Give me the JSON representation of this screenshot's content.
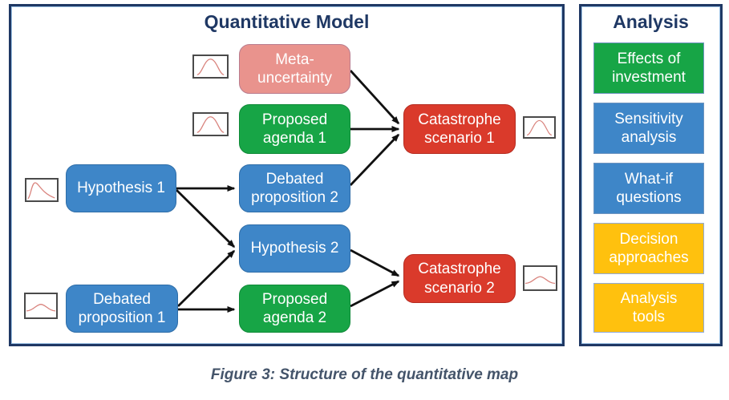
{
  "palette": {
    "panel_border_navy": "#1F3864",
    "panel_inner_line": "#9DC3E6",
    "blue_node": "#3E86C8",
    "green_node": "#17A546",
    "red_node": "#DA3A2B",
    "salmon_node": "#E9938D",
    "yellow_node": "#FFC10E",
    "arrow_black": "#111111",
    "distribution_curve_red": "#D9837D",
    "caption_text": "#44546A"
  },
  "quantitative_model": {
    "title": "Quantitative Model",
    "nodes": [
      {
        "id": "meta-uncertainty",
        "label": "Meta-\nuncertainty",
        "color": "salmon"
      },
      {
        "id": "proposed-agenda-1",
        "label": "Proposed\nagenda 1",
        "color": "green"
      },
      {
        "id": "catastrophe-scenario-1",
        "label": "Catastrophe\nscenario 1",
        "color": "red"
      },
      {
        "id": "hypothesis-1",
        "label": "Hypothesis 1",
        "color": "blue"
      },
      {
        "id": "debated-proposition-2",
        "label": "Debated\nproposition 2",
        "color": "blue"
      },
      {
        "id": "hypothesis-2",
        "label": "Hypothesis 2",
        "color": "blue"
      },
      {
        "id": "debated-proposition-1",
        "label": "Debated\nproposition 1",
        "color": "blue"
      },
      {
        "id": "proposed-agenda-2",
        "label": "Proposed\nagenda 2",
        "color": "green"
      },
      {
        "id": "catastrophe-scenario-2",
        "label": "Catastrophe\nscenario 2",
        "color": "red"
      }
    ],
    "edges": [
      {
        "from": "meta-uncertainty",
        "to": "catastrophe-scenario-1"
      },
      {
        "from": "proposed-agenda-1",
        "to": "catastrophe-scenario-1"
      },
      {
        "from": "debated-proposition-2",
        "to": "catastrophe-scenario-1"
      },
      {
        "from": "hypothesis-1",
        "to": "debated-proposition-2"
      },
      {
        "from": "hypothesis-1",
        "to": "hypothesis-2"
      },
      {
        "from": "debated-proposition-1",
        "to": "hypothesis-2"
      },
      {
        "from": "debated-proposition-1",
        "to": "proposed-agenda-2"
      },
      {
        "from": "hypothesis-2",
        "to": "catastrophe-scenario-2"
      },
      {
        "from": "proposed-agenda-2",
        "to": "catastrophe-scenario-2"
      }
    ],
    "distribution_icons": [
      {
        "id": "dist-meta-uncertainty",
        "shape": "bell-curve",
        "attached_to": "meta-uncertainty"
      },
      {
        "id": "dist-proposed-agenda-1",
        "shape": "bell-curve",
        "attached_to": "proposed-agenda-1"
      },
      {
        "id": "dist-hypothesis-1",
        "shape": "left-skewed-curve",
        "attached_to": "hypothesis-1"
      },
      {
        "id": "dist-debated-proposition-1",
        "shape": "wide-flat-curve",
        "attached_to": "debated-proposition-1"
      },
      {
        "id": "dist-catastrophe-scenario-1",
        "shape": "bell-curve",
        "attached_to": "catastrophe-scenario-1"
      },
      {
        "id": "dist-catastrophe-scenario-2",
        "shape": "wide-flat-curve",
        "attached_to": "catastrophe-scenario-2"
      }
    ]
  },
  "analysis_panel": {
    "title": "Analysis",
    "items": [
      {
        "id": "effects-of-investment",
        "label": "Effects of\ninvestment",
        "color": "green"
      },
      {
        "id": "sensitivity-analysis",
        "label": "Sensitivity\nanalysis",
        "color": "blue"
      },
      {
        "id": "what-if-questions",
        "label": "What-if\nquestions",
        "color": "blue"
      },
      {
        "id": "decision-approaches",
        "label": "Decision\napproaches",
        "color": "yellow"
      },
      {
        "id": "analysis-tools",
        "label": "Analysis\ntools",
        "color": "yellow"
      }
    ]
  },
  "caption": "Figure 3: Structure of the quantitative map"
}
